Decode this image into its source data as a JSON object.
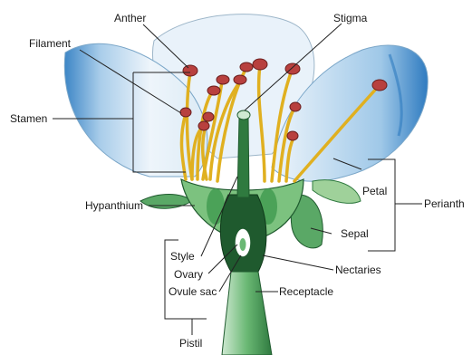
{
  "labels": {
    "anther": "Anther",
    "stigma": "Stigma",
    "filament": "Filament",
    "stamen": "Stamen",
    "hypanthium": "Hypanthium",
    "petal": "Petal",
    "perianth": "Perianth",
    "sepal": "Sepal",
    "style": "Style",
    "ovary": "Ovary",
    "ovule_sac": "Ovule sac",
    "nectaries": "Nectaries",
    "receptacle": "Receptacle",
    "pistil": "Pistil"
  },
  "colors": {
    "petal_blue": "#3d86c6",
    "petal_light": "#dbeaf5",
    "green_dark": "#1f5a2e",
    "green_mid": "#3f9a4f",
    "green_light": "#9fd19a",
    "filament": "#e0b020",
    "anther": "#b8403e",
    "line": "#222222"
  }
}
